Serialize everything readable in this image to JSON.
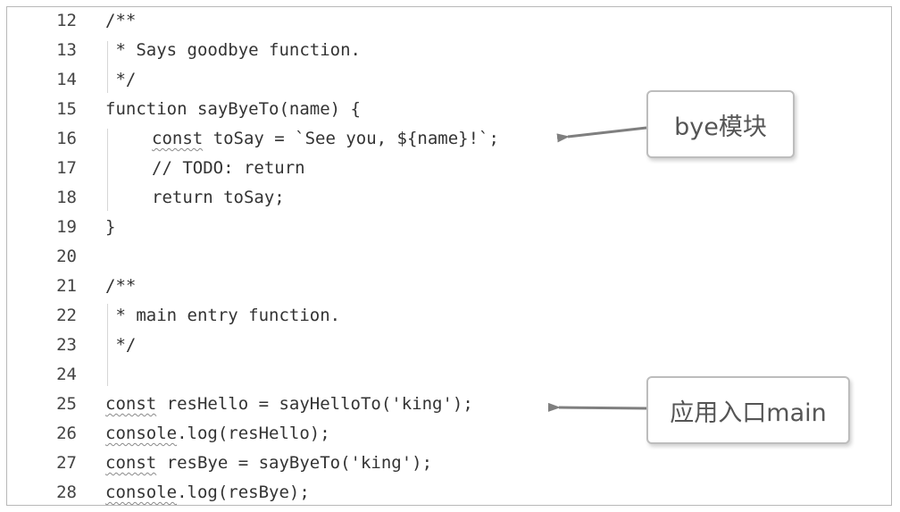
{
  "lines": [
    {
      "num": "12",
      "text": "/**"
    },
    {
      "num": "13",
      "text": " * Says goodbye function."
    },
    {
      "num": "14",
      "text": " */"
    },
    {
      "num": "15",
      "text": "function sayByeTo(name) {"
    },
    {
      "num": "16",
      "kw": "const",
      "rest": " toSay = `See you, ${name}!`;"
    },
    {
      "num": "17",
      "text": "// TODO: return"
    },
    {
      "num": "18",
      "text": "return toSay;"
    },
    {
      "num": "19",
      "text": "}"
    },
    {
      "num": "20",
      "text": ""
    },
    {
      "num": "21",
      "text": "/**"
    },
    {
      "num": "22",
      "text": " * main entry function."
    },
    {
      "num": "23",
      "text": " */"
    },
    {
      "num": "24",
      "text": ""
    },
    {
      "num": "25",
      "kw": "const",
      "rest": " resHello = sayHelloTo('king');"
    },
    {
      "num": "26",
      "kw": "console",
      "rest": ".log(resHello);"
    },
    {
      "num": "27",
      "kw": "const",
      "rest": " resBye = sayByeTo('king');"
    },
    {
      "num": "28",
      "kw": "console",
      "rest": ".log(resBye);"
    }
  ],
  "callouts": {
    "bye": "bye模块",
    "main": "应用入口main"
  },
  "colors": {
    "arrow": "#7f7f7f",
    "callout_border": "#bdbdbd"
  }
}
